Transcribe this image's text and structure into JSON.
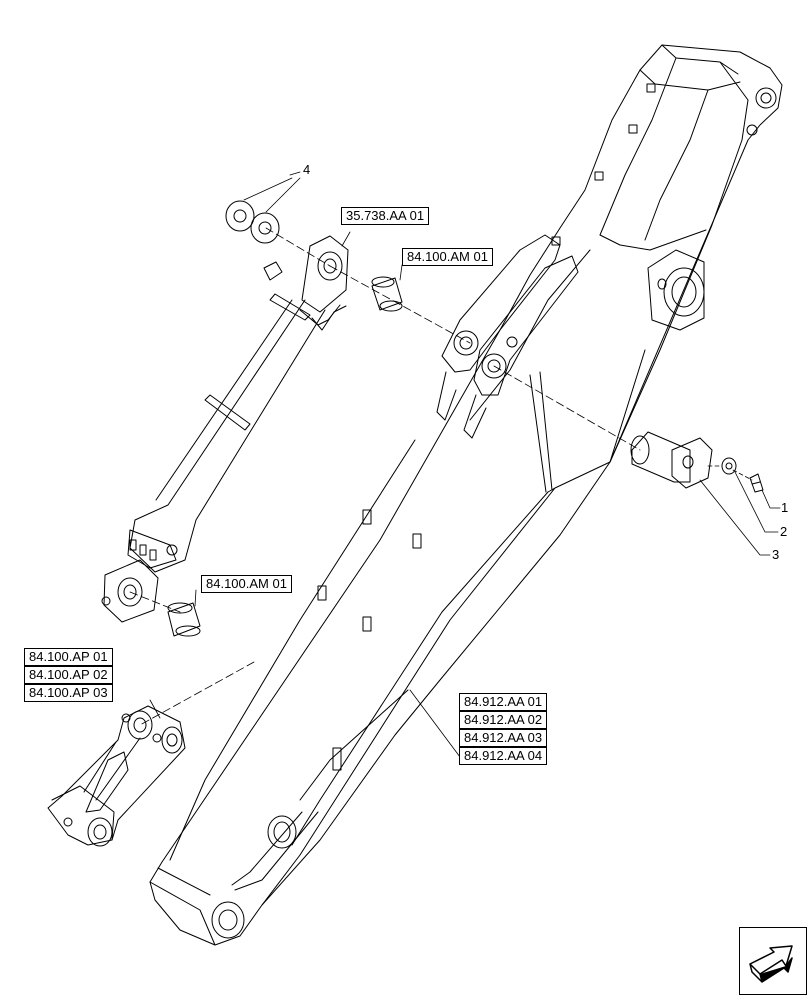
{
  "references": {
    "hydraulic_cylinder": "35.738.AA 01",
    "bushing_upper": "84.100.AM 01",
    "bushing_lower": "84.100.AM 01",
    "link_group": [
      "84.100.AP 01",
      "84.100.AP 02",
      "84.100.AP 03"
    ],
    "boom_group": [
      "84.912.AA 01",
      "84.912.AA 02",
      "84.912.AA 03",
      "84.912.AA 04"
    ]
  },
  "callouts": {
    "c1": "1",
    "c2": "2",
    "c3": "3",
    "c4": "4"
  },
  "icons": {
    "nav": "page-navigation-arrow-icon"
  }
}
